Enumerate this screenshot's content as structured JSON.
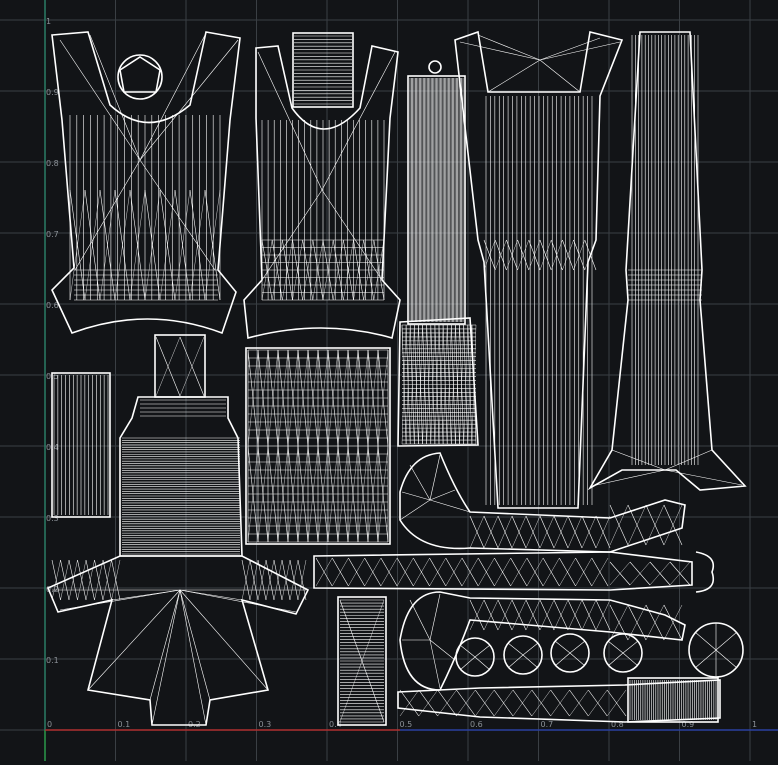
{
  "viewport": {
    "background": "#121417",
    "grid_color": "#3a3f44",
    "axis_u_color": "#b03030",
    "axis_v_color": "#2a9a4a",
    "border_color": "#2a40a0",
    "wire_color": "#ffffff"
  },
  "axis_labels": {
    "u": [
      "0",
      "0.1",
      "0.2",
      "0.3",
      "0.4",
      "0.5",
      "0.6",
      "0.7",
      "0.8",
      "0.9",
      "1"
    ],
    "v": [
      "0.1",
      "0.2",
      "0.3",
      "0.4",
      "0.5",
      "0.6",
      "0.7",
      "0.8",
      "0.9",
      "1"
    ]
  }
}
